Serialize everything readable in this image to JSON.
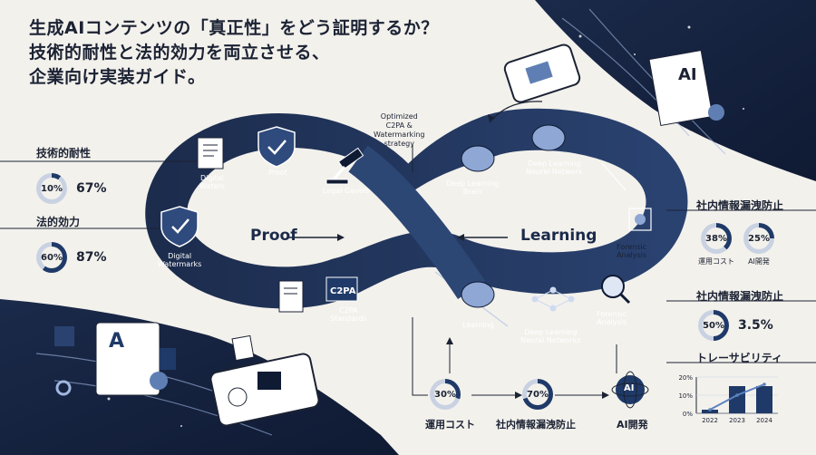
{
  "title": {
    "line1": "生成AIコンテンツの「真正性」をどう証明するか？",
    "line2": "技術的耐性と法的効力を両立させる、",
    "line3": "企業向け実装ガイド。"
  },
  "left_panel": {
    "tech_label": "技術的耐性",
    "tech_gauge": "10%",
    "tech_value": "67%",
    "legal_label": "法的効力",
    "legal_gauge": "60%",
    "legal_value": "87%"
  },
  "loop": {
    "left_center": "Proof",
    "right_center": "Learning",
    "strategy": "Optimized\nC2PA &\nWatermarking\nstrategy",
    "nodes": {
      "digital_waters": "Digital\nWaters",
      "proof": "Proof",
      "legal_gavels": "Legal Gavels",
      "digital_watermarks": "Digital\nWatermarks",
      "c2pa_badge": "C2PA",
      "c2pa_standards": "C2PA\nStandards",
      "deep_learning_brain": "Deep Learning\nBrain",
      "deep_learning_nn": "Deep Learning\nNeural Network",
      "forensic_analysis_top": "Forensic\nAnalysis",
      "learning": "Learning",
      "deep_learning_nns": "Deep Learning\nNeural Networks",
      "forensic_analysis_bottom": "Forensic\nAnalysis"
    }
  },
  "right_panel": {
    "leak_label_1": "社内情報漏洩防止",
    "gauge_a": "38%",
    "gauge_a_caption": "運用コスト",
    "gauge_b": "25%",
    "gauge_b_caption": "AI開発",
    "leak_label_2": "社内情報漏洩防止",
    "gauge_c": "50%",
    "value_c": "3.5%"
  },
  "bottom_flow": {
    "step1_value": "30%",
    "step1_caption": "運用コスト",
    "step2_value": "70%",
    "step2_caption": "社内情報漏洩防止",
    "step3_badge": "AI",
    "step3_caption": "AI開発"
  },
  "doc_badge": "AI",
  "doc_badge_large": "A",
  "chart_data": {
    "type": "bar",
    "title": "トレーサビリティ",
    "categories": [
      "2022",
      "2023",
      "2024"
    ],
    "values": [
      2,
      15,
      15
    ],
    "trend": [
      2,
      10,
      16
    ],
    "yticks": [
      "20%",
      "10%",
      "0%"
    ],
    "ylim": [
      0,
      20
    ],
    "colors": {
      "bar": "#1f3a68",
      "line": "#5c82c0"
    }
  },
  "colors": {
    "navy": "#1b2a4a",
    "band": "#24365c",
    "accent": "#5a7fc0"
  }
}
